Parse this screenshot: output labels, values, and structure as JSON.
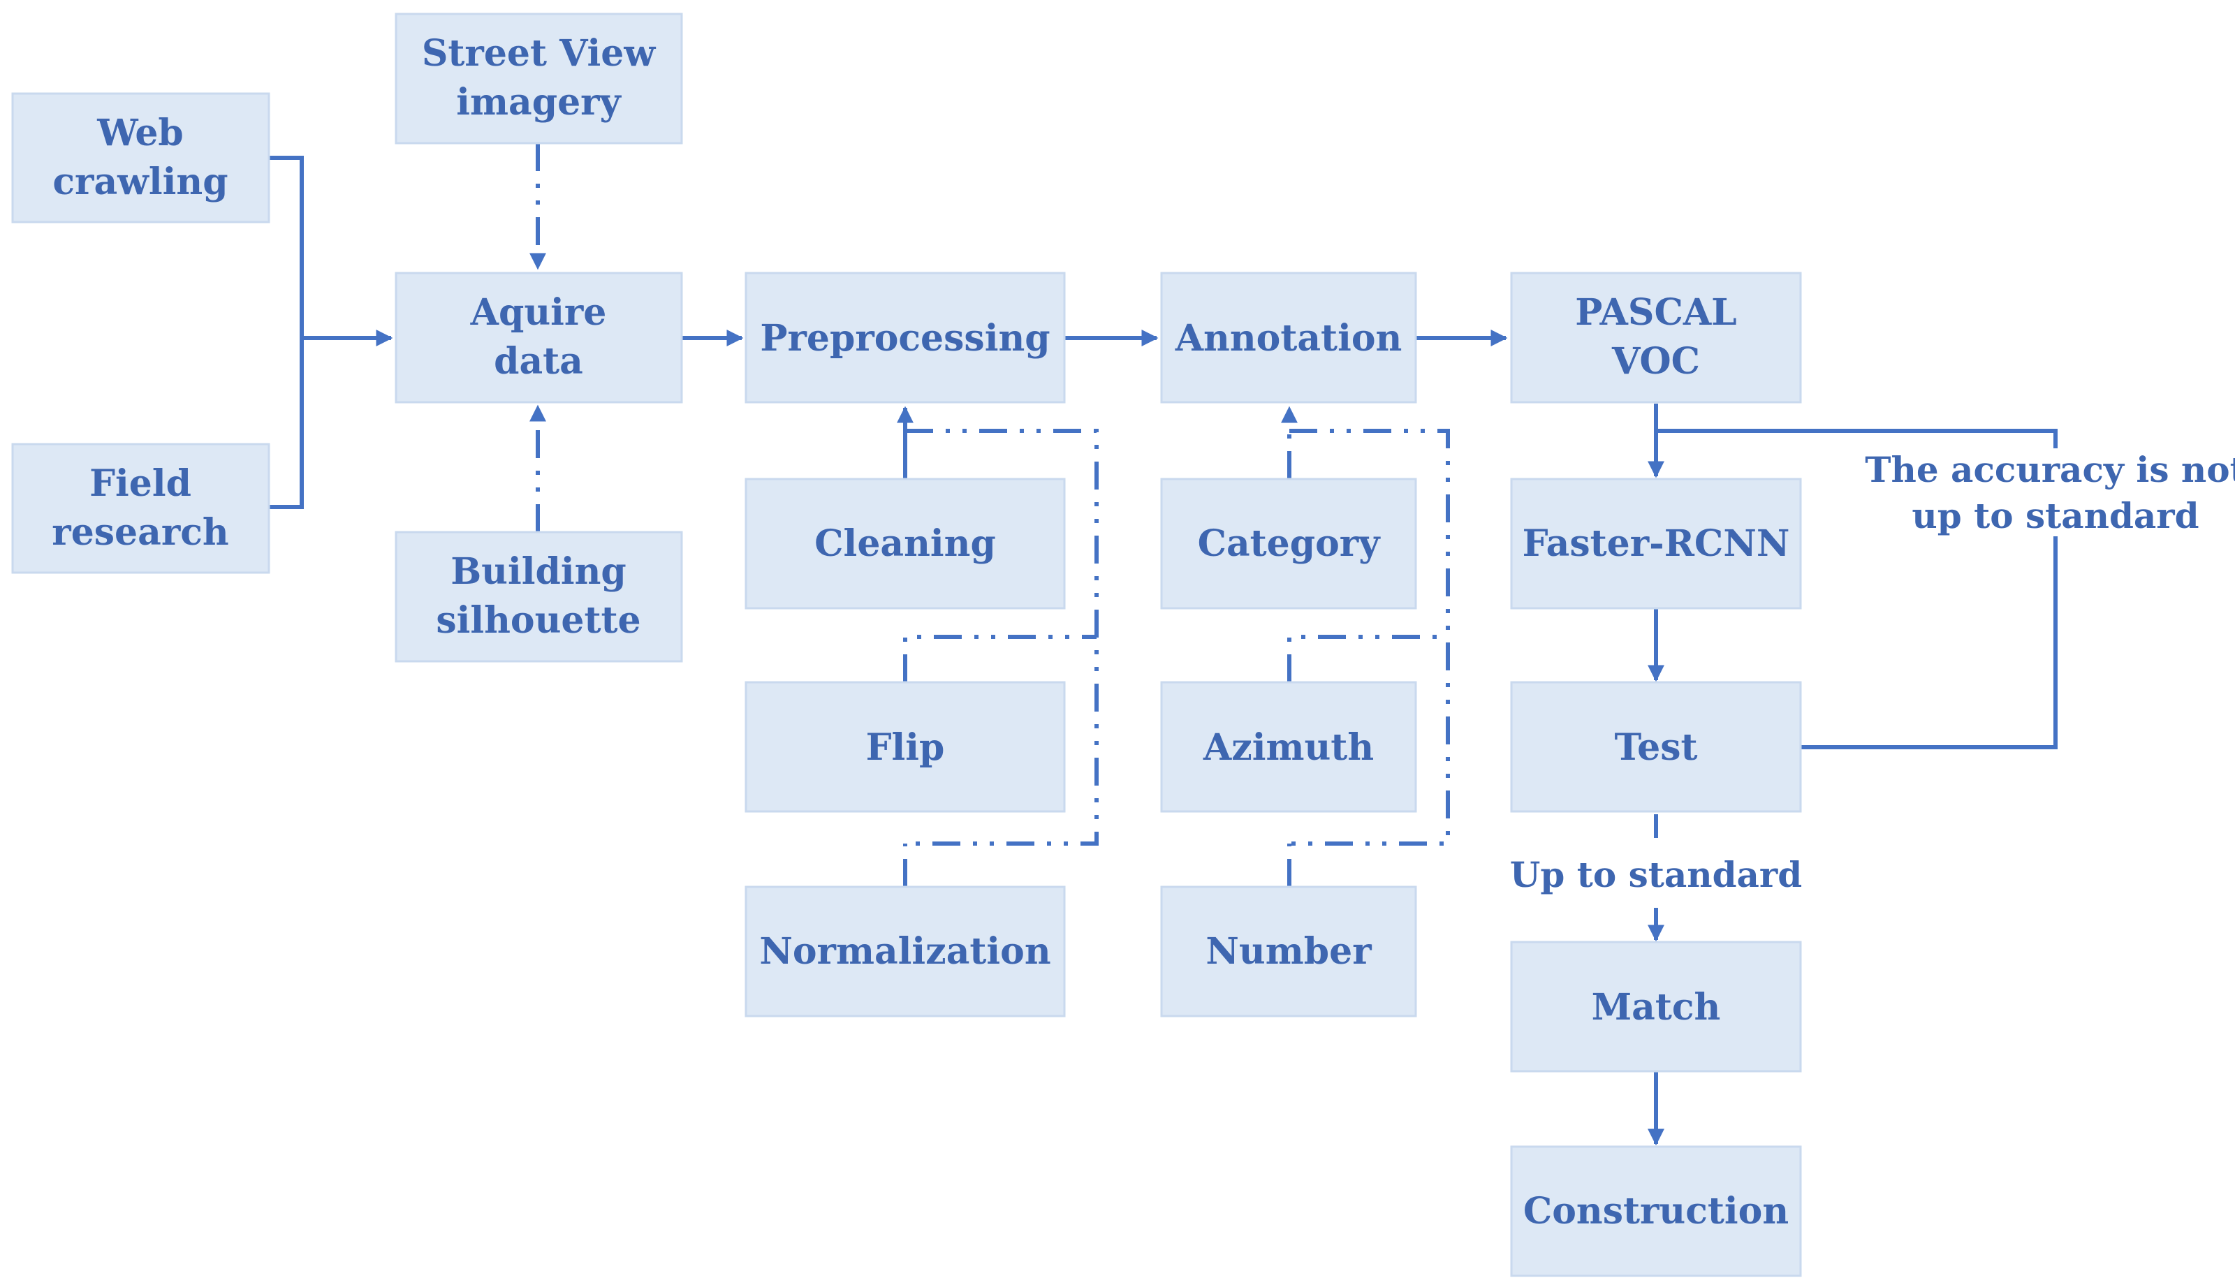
{
  "nodes": {
    "web_crawling": [
      "Web",
      "crawling"
    ],
    "field_research": [
      "Field",
      "research"
    ],
    "street_view": [
      "Street View",
      "imagery"
    ],
    "acquire_data": [
      "Aquire",
      "data"
    ],
    "building_silhouette": [
      "Building",
      "silhouette"
    ],
    "preprocessing": [
      "Preprocessing"
    ],
    "cleaning": [
      "Cleaning"
    ],
    "flip": [
      "Flip"
    ],
    "normalization": [
      "Normalization"
    ],
    "annotation": [
      "Annotation"
    ],
    "category": [
      "Category"
    ],
    "azimuth": [
      "Azimuth"
    ],
    "number": [
      "Number"
    ],
    "pascal_voc": [
      "PASCAL",
      "VOC"
    ],
    "faster_rcnn": [
      "Faster-RCNN"
    ],
    "test": [
      "Test"
    ],
    "match": [
      "Match"
    ],
    "construction": [
      "Construction"
    ]
  },
  "edge_labels": {
    "not_standard": [
      "The accuracy is not",
      "up to standard"
    ],
    "up_to_standard": [
      "Up to standard"
    ]
  },
  "colors": {
    "box_fill": "#dde8f5",
    "line": "#4472c4",
    "text": "#3e66b0"
  }
}
